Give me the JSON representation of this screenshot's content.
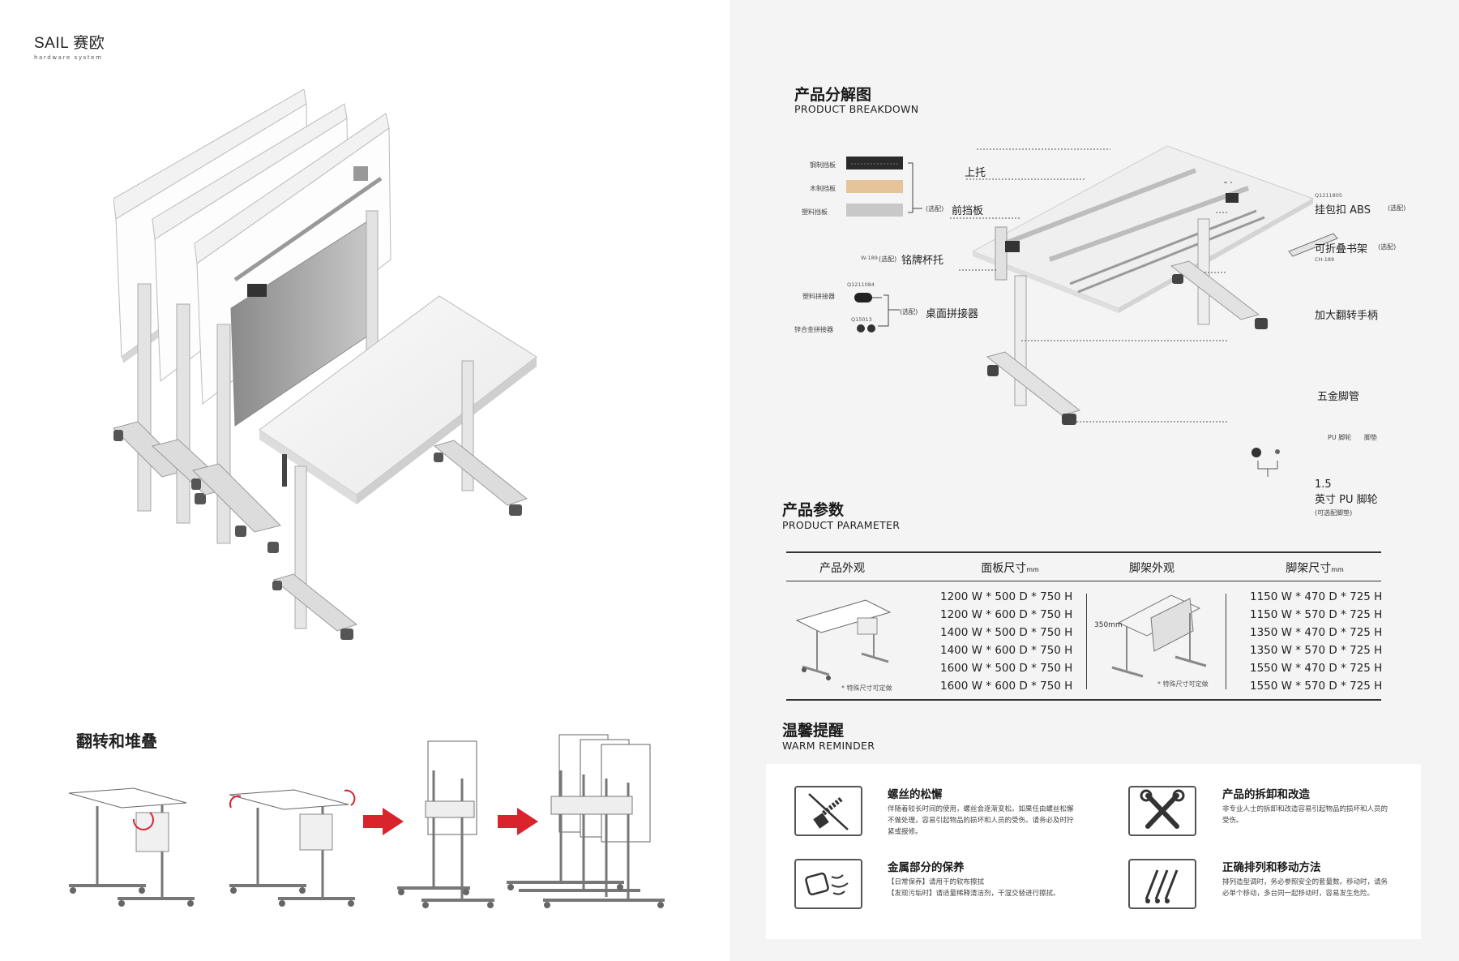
{
  "brand": {
    "name": "SAIL 赛欧",
    "tagline": "hardware system"
  },
  "flip": {
    "title": "翻转和堆叠"
  },
  "breakdown": {
    "title": "产品分解图",
    "subtitle": "PRODUCT BREAKDOWN",
    "labels": {
      "top_support": "上托",
      "front_panel": "前挡板",
      "front_panel_opt": "(选配)",
      "abs_clip": "挂包扣 ABS",
      "abs_clip_opt": "(选配)",
      "abs_code": "Q1211805",
      "shelf": "可折叠书架",
      "shelf_opt": "(选配)",
      "shelf_code": "CH-189",
      "cup": "铭牌杯托",
      "cup_opt": "(选配)",
      "cup_code": "W-189",
      "connector": "桌面拼接器",
      "connector_opt": "(选配)",
      "handle": "加大翻转手柄",
      "leg": "五金脚管",
      "caster": "1.5\n英寸 PU 脚轮",
      "caster_opt": "(可选配脚垫)",
      "pu_caster": "PU 脚轮",
      "foot_pad": "脚垫",
      "steel_panel": "钢制挡板",
      "wood_panel": "木制挡板",
      "plastic_panel": "塑料挡板",
      "plastic_connector": "塑料拼接器",
      "plastic_connector_code": "Q1211084",
      "zinc_connector": "锌合金拼接器",
      "zinc_connector_code": "Q15013"
    }
  },
  "parameters": {
    "title": "产品参数",
    "subtitle": "PRODUCT PARAMETER",
    "headers": {
      "look": "产品外观",
      "panel": "面板尺寸",
      "frame_look": "脚架外观",
      "frame": "脚架尺寸",
      "unit": "mm"
    },
    "panel_sizes": [
      "1200 W * 500 D * 750 H",
      "1200 W * 600 D * 750 H",
      "1400 W * 500 D * 750 H",
      "1400 W * 600 D * 750 H",
      "1600 W * 500 D * 750 H",
      "1600 W * 600 D * 750 H"
    ],
    "frame_sizes": [
      "1150 W * 470 D * 725 H",
      "1150 W * 570 D * 725 H",
      "1350 W * 470 D * 725 H",
      "1350 W * 570 D * 725 H",
      "1550 W * 470 D * 725 H",
      "1550 W * 570 D * 725 H"
    ],
    "custom_note": "* 特殊尺寸可定做",
    "frame_note": "* 特殊尺寸可定做",
    "frame_height": "350mm"
  },
  "reminder": {
    "title": "温馨提醒",
    "subtitle": "WARM REMINDER",
    "items": [
      {
        "title": "螺丝的松懈",
        "text": "伴随着较长时间的使用，螺丝会逐渐变松。如果任由螺丝松懈不做处理，容易引起物品的损坏和人员的受伤。请务必及时拧紧或报修。"
      },
      {
        "title": "产品的拆卸和改造",
        "text": "非专业人士的拆卸和改造容易引起物品的损坏和人员的受伤。"
      },
      {
        "title": "金属部分的保养",
        "text": "【日常保养】请用干的软布擦拭\n【发现污垢时】请适量稀释清洁剂，干湿交替进行擦拭。"
      },
      {
        "title": "正确排列和移动方法",
        "text": "排列造型调时，务必参照安全的套量数。移动时，请务必单个移动，多台同一起移动时，容易发生危险。"
      }
    ]
  }
}
